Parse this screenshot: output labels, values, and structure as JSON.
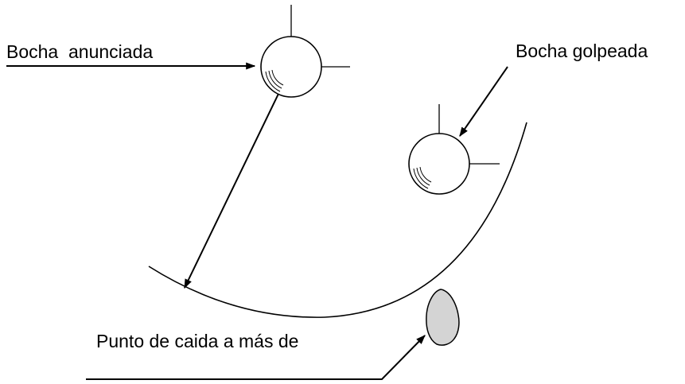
{
  "labels": {
    "announced_ball": "Bocha  anunciada",
    "hit_ball": "Bocha golpeada",
    "landing_point": "Punto de caida a más de"
  },
  "colors": {
    "stroke": "#000000",
    "background": "#ffffff",
    "landing_mark_fill": "#d4d4d4"
  }
}
